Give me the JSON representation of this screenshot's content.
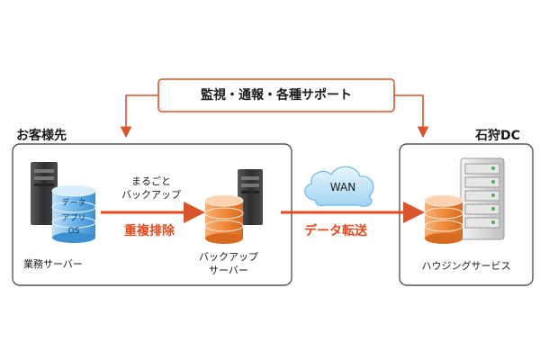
{
  "support_box": {
    "label": "監視・通報・各種サポート"
  },
  "customer_site": {
    "title": "お客様先",
    "business_server": {
      "label": "業務サーバー",
      "layers": [
        "データ",
        "アプリ",
        "OS"
      ]
    },
    "flow_caption_line1": "まるごと",
    "flow_caption_line2": "バックアップ",
    "dedup_label": "重複排除",
    "backup_server": {
      "label_line1": "バックアップ",
      "label_line2": "サーバー"
    }
  },
  "network": {
    "cloud_label": "WAN",
    "transfer_label": "データ転送"
  },
  "datacenter": {
    "title": "石狩DC",
    "service_label": "ハウジングサービス"
  },
  "colors": {
    "accent": "#e8491e",
    "frame_border": "#555555",
    "support_border": "#d9542b",
    "disk_orange": "#f08a3a",
    "disk_blue": "#5aa7e0",
    "cloud_blue": "#8ecdf0"
  }
}
